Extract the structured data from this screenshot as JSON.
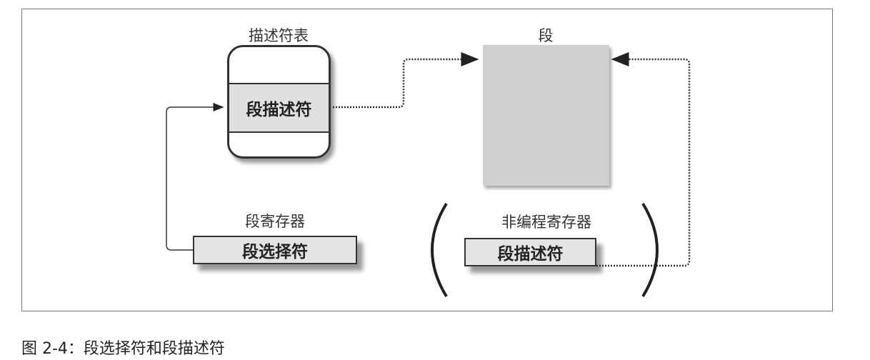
{
  "diagram": {
    "descriptor_table_label": "描述符表",
    "descriptor_table_entry": "段描述符",
    "segment_label": "段",
    "segment_register_label": "段寄存器",
    "segment_selector": "段选择符",
    "nonprogrammable_register_label": "非编程寄存器",
    "nonprogrammable_descriptor": "段描述符"
  },
  "caption": "图 2-4：段选择符和段描述符"
}
